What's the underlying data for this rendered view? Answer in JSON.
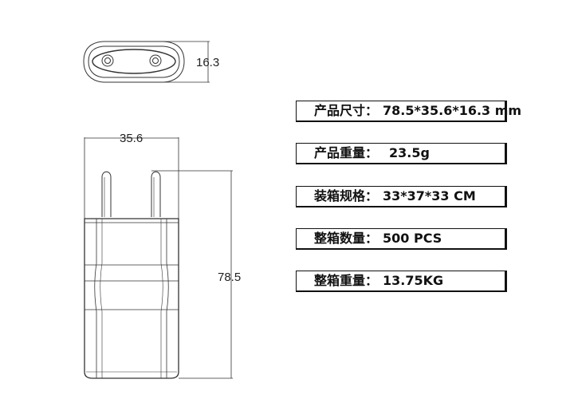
{
  "dimensions": {
    "height": "16.3",
    "width": "35.6",
    "length": "78.5"
  },
  "specs": [
    {
      "label": "产品尺寸：",
      "value": "78.5*35.6*16.3 mm"
    },
    {
      "label": "产品重量：",
      "value": "23.5g"
    },
    {
      "label": "装箱规格：",
      "value": "33*37*33 CM"
    },
    {
      "label": "整箱数量：",
      "value": "500 PCS"
    },
    {
      "label": "整箱重量：",
      "value": "13.75KG"
    }
  ],
  "colors": {
    "line": "#333333",
    "frame": "#111111"
  }
}
